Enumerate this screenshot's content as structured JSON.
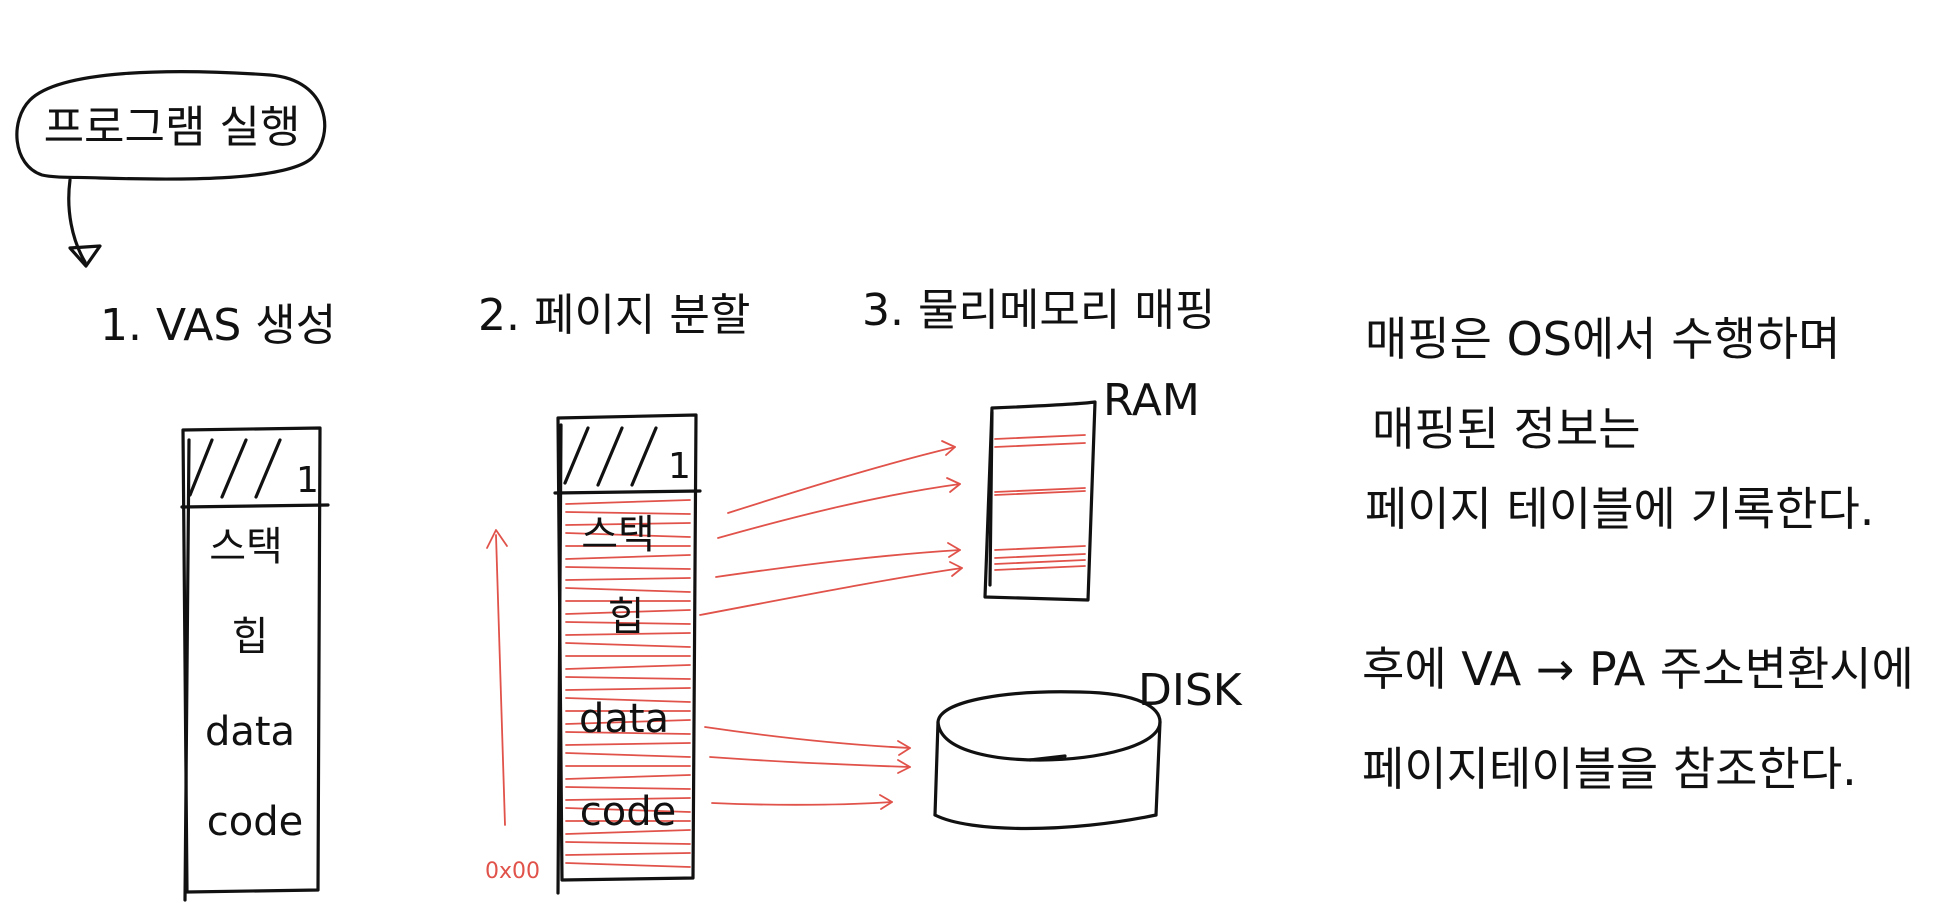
{
  "start": {
    "label": "프로그램 실행"
  },
  "steps": [
    {
      "label": "1. VAS 생성"
    },
    {
      "label": "2. 페이지 분할"
    },
    {
      "label": "3. 물리메모리 매핑"
    }
  ],
  "vas": {
    "segments": [
      "스택",
      "힙",
      "data",
      "code"
    ],
    "reserved_mark": "1"
  },
  "paged": {
    "segments": [
      "스택",
      "힙",
      "data",
      "code"
    ],
    "reserved_mark": "1",
    "base_address": "0x00"
  },
  "ram": {
    "label": "RAM"
  },
  "disk": {
    "label": "DISK"
  },
  "notes": [
    "매핑은 OS에서 수행하며",
    "매핑된 정보는",
    "페이지 테이블에 기록한다.",
    "후에 VA → PA 주소변환시에",
    "페이지테이블을 참조한다."
  ],
  "colors": {
    "ink": "#111111",
    "accent": "#e0524a",
    "background": "#ffffff"
  }
}
